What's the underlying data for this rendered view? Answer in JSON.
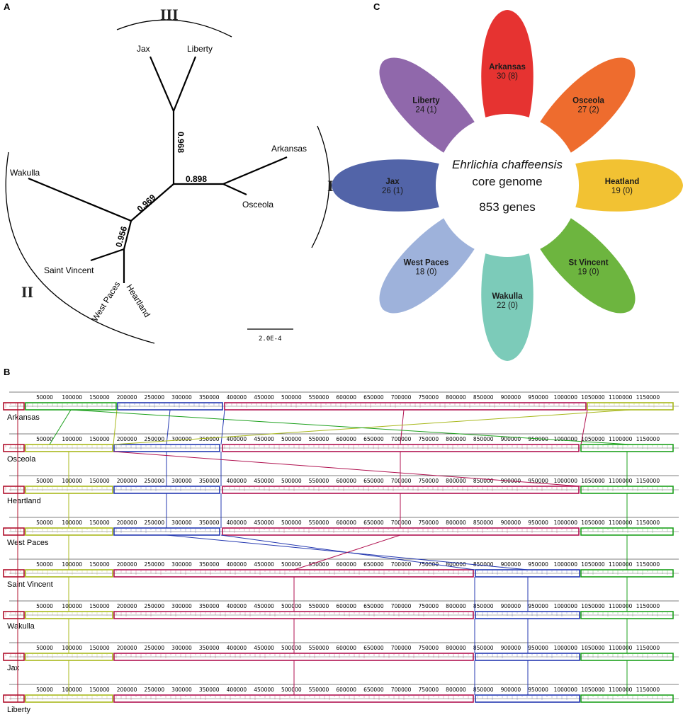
{
  "panels": {
    "a": "A",
    "b": "B",
    "c": "C"
  },
  "tree": {
    "leaves": [
      "Jax",
      "Liberty",
      "Arkansas",
      "Osceola",
      "Wakulla",
      "Saint Vincent",
      "West Paces",
      "Heartland"
    ],
    "supports": [
      "0.968",
      "0.898",
      "0.969",
      "0.956"
    ],
    "clades": [
      "III",
      "I",
      "II"
    ],
    "scale_label": "2.0E-4"
  },
  "flower": {
    "center_title": "Ehrlichia chaffeensis",
    "center_sub": "core genome",
    "center_genes": "853 genes",
    "petals": [
      {
        "name": "Arkansas",
        "count": "30 (8)",
        "color": "#e63331"
      },
      {
        "name": "Osceola",
        "count": "27 (2)",
        "color": "#ee6c2e"
      },
      {
        "name": "Heatland",
        "count": "19 (0)",
        "color": "#f2c233"
      },
      {
        "name": "St Vincent",
        "count": "19 (0)",
        "color": "#6db53f"
      },
      {
        "name": "Wakulla",
        "count": "22 (0)",
        "color": "#7ccbb9"
      },
      {
        "name": "West Paces",
        "count": "18 (0)",
        "color": "#9eb2db"
      },
      {
        "name": "Jax",
        "count": "26 (1)",
        "color": "#5264a8"
      },
      {
        "name": "Liberty",
        "count": "24 (1)",
        "color": "#9068ab"
      }
    ]
  },
  "alignment": {
    "ticks": [
      "50000",
      "100000",
      "150000",
      "200000",
      "250000",
      "300000",
      "350000",
      "400000",
      "450000",
      "500000",
      "550000",
      "600000",
      "650000",
      "700000",
      "750000",
      "800000",
      "850000",
      "900000",
      "950000",
      "1000000",
      "1050000",
      "1100000",
      "1150000"
    ],
    "genomes": [
      "Arkansas",
      "Osceola",
      "Heartland",
      "West Paces",
      "Saint Vincent",
      "Wakulla",
      "Jax",
      "Liberty"
    ],
    "block_colors": {
      "red": "#b0102c",
      "olive": "#a8b81c",
      "blue": "#2438b0",
      "purple": "#b01250",
      "green": "#1ca01c"
    }
  }
}
